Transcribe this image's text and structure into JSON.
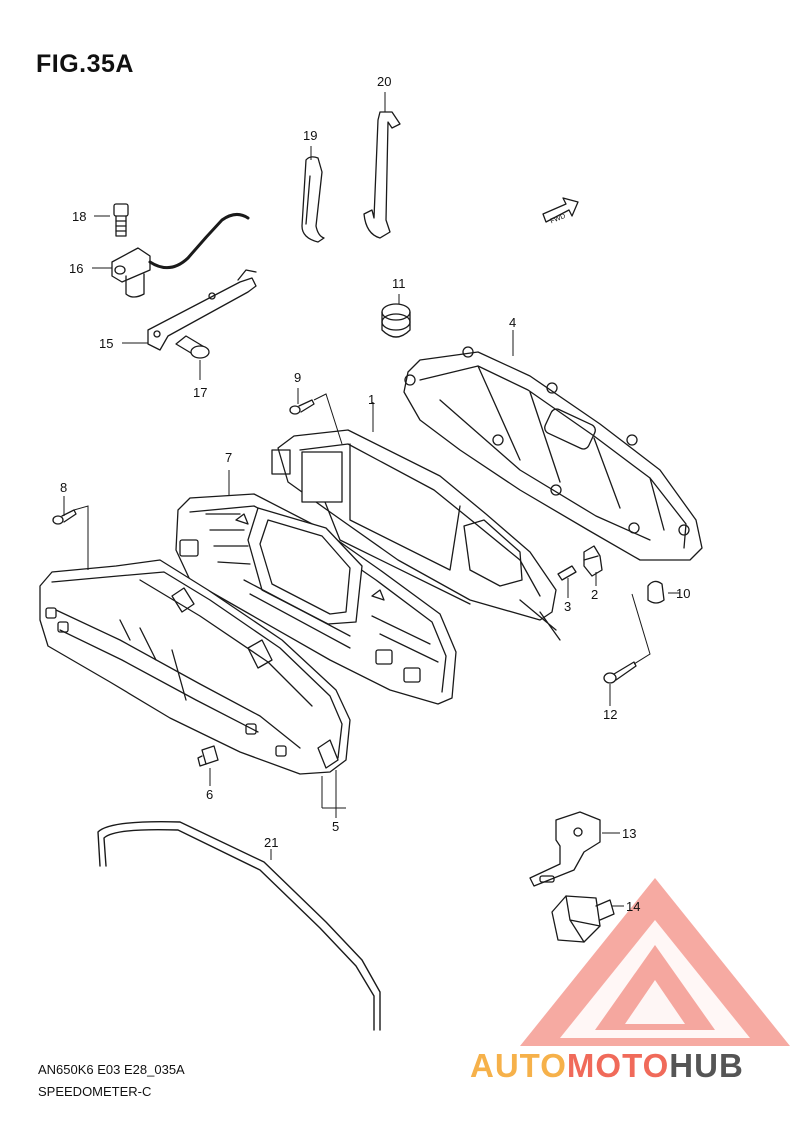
{
  "figure": {
    "title": "FIG.35A",
    "model_code": "AN650K6 E03 E28_035A",
    "name": "SPEEDOMETER-C"
  },
  "callouts": [
    {
      "id": "part-1",
      "num": "1"
    },
    {
      "id": "part-2",
      "num": "2"
    },
    {
      "id": "part-3",
      "num": "3"
    },
    {
      "id": "part-4",
      "num": "4"
    },
    {
      "id": "part-5",
      "num": "5"
    },
    {
      "id": "part-6",
      "num": "6"
    },
    {
      "id": "part-7",
      "num": "7"
    },
    {
      "id": "part-8",
      "num": "8"
    },
    {
      "id": "part-9",
      "num": "9"
    },
    {
      "id": "part-10",
      "num": "10"
    },
    {
      "id": "part-11",
      "num": "11"
    },
    {
      "id": "part-12",
      "num": "12"
    },
    {
      "id": "part-13",
      "num": "13"
    },
    {
      "id": "part-14",
      "num": "14"
    },
    {
      "id": "part-15",
      "num": "15"
    },
    {
      "id": "part-16",
      "num": "16"
    },
    {
      "id": "part-17",
      "num": "17"
    },
    {
      "id": "part-18",
      "num": "18"
    },
    {
      "id": "part-19",
      "num": "19"
    },
    {
      "id": "part-20",
      "num": "20"
    },
    {
      "id": "part-21",
      "num": "21"
    }
  ],
  "fwd_label": "FWD",
  "watermark": {
    "part1": "AUTO",
    "part2": "MOTO",
    "part3": "HUB",
    "colors": {
      "auto": "#f6b14a",
      "moto": "#f06a5a",
      "hub": "#555555",
      "triangle": "#f27a6e"
    }
  }
}
